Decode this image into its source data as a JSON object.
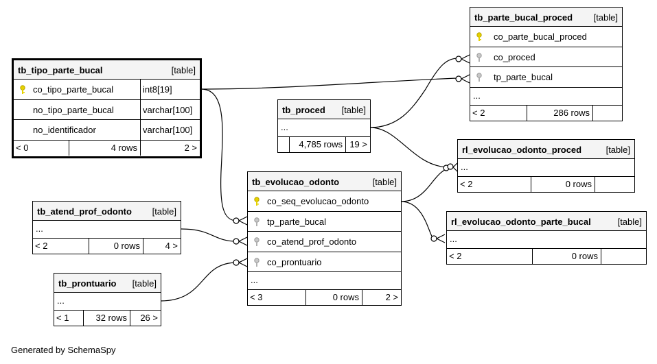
{
  "tables": {
    "tipo": {
      "name": "tb_tipo_parte_bucal",
      "kind": "[table]",
      "columns": [
        {
          "name": "co_tipo_parte_bucal",
          "type": "int8[19]"
        },
        {
          "name": "no_tipo_parte_bucal",
          "type": "varchar[100]"
        },
        {
          "name": "no_identificador",
          "type": "varchar[100]"
        }
      ],
      "footer": {
        "parents": "< 0",
        "rows": "4 rows",
        "children": "2 >"
      }
    },
    "pbp": {
      "name": "tb_parte_bucal_proced",
      "kind": "[table]",
      "columns": [
        {
          "name": "co_parte_bucal_proced"
        },
        {
          "name": "co_proced"
        },
        {
          "name": "tp_parte_bucal"
        }
      ],
      "ellipsis": "...",
      "footer": {
        "parents": "< 2",
        "rows": "286 rows",
        "children": ""
      }
    },
    "proced": {
      "name": "tb_proced",
      "kind": "[table]",
      "ellipsis": "...",
      "footer": {
        "parents": "",
        "rows": "4,785 rows",
        "children": "19 >"
      }
    },
    "rlp": {
      "name": "rl_evolucao_odonto_proced",
      "kind": "[table]",
      "ellipsis": "...",
      "footer": {
        "parents": "< 2",
        "rows": "0 rows",
        "children": ""
      }
    },
    "evo": {
      "name": "tb_evolucao_odonto",
      "kind": "[table]",
      "columns": [
        {
          "name": "co_seq_evolucao_odonto"
        },
        {
          "name": "tp_parte_bucal"
        },
        {
          "name": "co_atend_prof_odonto"
        },
        {
          "name": "co_prontuario"
        }
      ],
      "ellipsis": "...",
      "footer": {
        "parents": "< 3",
        "rows": "0 rows",
        "children": "2 >"
      }
    },
    "atend": {
      "name": "tb_atend_prof_odonto",
      "kind": "[table]",
      "ellipsis": "...",
      "footer": {
        "parents": "< 2",
        "rows": "0 rows",
        "children": "4 >"
      }
    },
    "pront": {
      "name": "tb_prontuario",
      "kind": "[table]",
      "ellipsis": "...",
      "footer": {
        "parents": "< 1",
        "rows": "32 rows",
        "children": "26 >"
      }
    },
    "rlpb": {
      "name": "rl_evolucao_odonto_parte_bucal",
      "kind": "[table]",
      "ellipsis": "...",
      "footer": {
        "parents": "< 2",
        "rows": "0 rows",
        "children": ""
      }
    }
  },
  "colors": {
    "primary_key": "#e6d200",
    "foreign_key": "#a8a8a8",
    "header_bg": "#f4f4f4"
  },
  "generated_by": "Generated by SchemaSpy"
}
